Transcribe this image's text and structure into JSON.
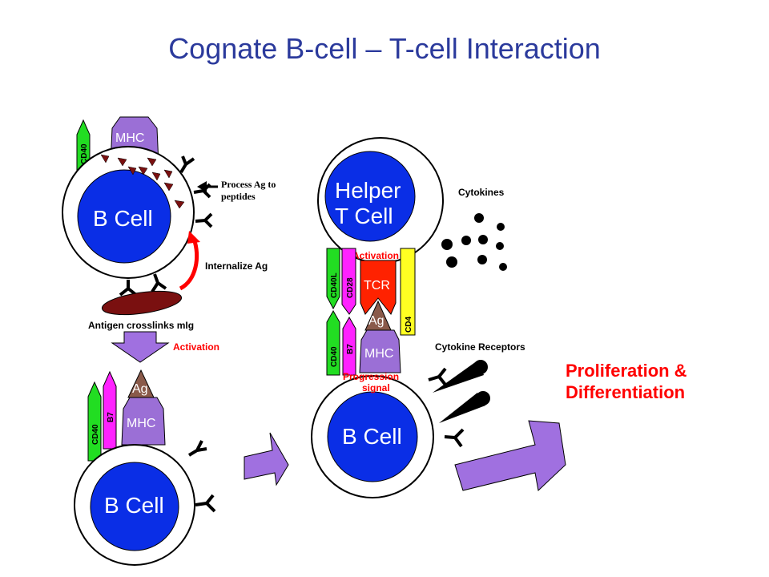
{
  "title": "Cognate B-cell – T-cell Interaction",
  "colors": {
    "title": "#2b3a9c",
    "nucleus": "#0a2ee6",
    "mhc": "#9b6fd6",
    "cd40": "#22dd22",
    "b7": "#ff22ff",
    "ag": "#8a5a4a",
    "tcr": "#ff2200",
    "cd4": "#ffff22",
    "antigen": "#7a1010",
    "arrow": "#a070e0",
    "red_arrow": "#ff0000"
  },
  "panel1": {
    "cell": "B Cell",
    "mhc": "MHC",
    "cd40": "CD40",
    "process_line1": "Process Ag to",
    "process_line2": "peptides",
    "internalize": "Internalize Ag",
    "crosslinks": "Antigen crosslinks mIg",
    "activation": "Activation"
  },
  "panel2": {
    "cell": "B Cell",
    "ag": "Ag",
    "mhc": "MHC",
    "cd40": "CD40",
    "b7": "B7"
  },
  "panel3": {
    "helper_line1": "Helper",
    "helper_line2": "T Cell",
    "activation": "Activation",
    "cd40l": "CD40L",
    "cd28": "CD28",
    "tcr": "TCR",
    "ag": "Ag",
    "cd4": "CD4",
    "cd40": "CD40",
    "b7": "B7",
    "mhc": "MHC",
    "progression_line1": "Progression",
    "progression_line2": "signal",
    "cytokines": "Cytokines",
    "cytokine_receptors": "Cytokine Receptors",
    "bcell": "B Cell",
    "prolif_line1": "Proliferation &",
    "prolif_line2": "Differentiation"
  }
}
